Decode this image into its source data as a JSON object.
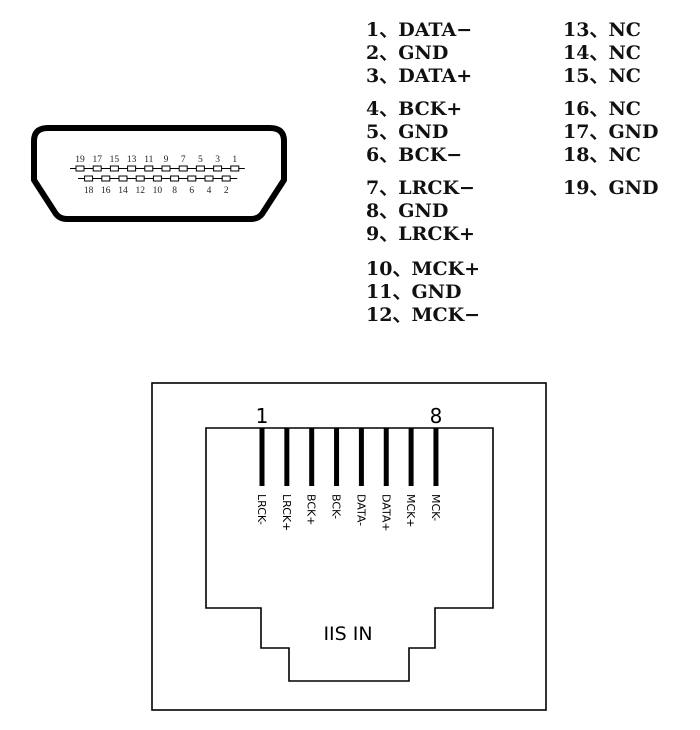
{
  "hdmi_connector": {
    "top_row": [
      "19",
      "17",
      "15",
      "13",
      "11",
      "9",
      "7",
      "5",
      "3",
      "1"
    ],
    "bottom_row": [
      "18",
      "16",
      "14",
      "12",
      "10",
      "8",
      "6",
      "4",
      "2"
    ]
  },
  "pin_list": {
    "column1": [
      {
        "text": "1、DATA−"
      },
      {
        "text": "2、GND"
      },
      {
        "text": "3、DATA+"
      },
      {
        "text": "4、BCK+"
      },
      {
        "text": "5、GND"
      },
      {
        "text": "6、BCK−"
      },
      {
        "text": "7、LRCK−"
      },
      {
        "text": "8、GND"
      },
      {
        "text": "9、LRCK+"
      },
      {
        "text": "10、MCK+"
      },
      {
        "text": "11、GND"
      },
      {
        "text": "12、MCK−"
      }
    ],
    "column2": [
      {
        "text": "13、NC"
      },
      {
        "text": "14、NC"
      },
      {
        "text": "15、NC"
      },
      {
        "text": "16、NC"
      },
      {
        "text": "17、GND"
      },
      {
        "text": "18、NC"
      },
      {
        "text": "19、GND"
      }
    ]
  },
  "rj45": {
    "pin_first": "1",
    "pin_last": "8",
    "pin_labels": [
      "LRCK-",
      "LRCK+",
      "BCK+",
      "BCK-",
      "DATA-",
      "DATA+",
      "MCK+",
      "MCK-"
    ],
    "title": "IIS IN"
  }
}
